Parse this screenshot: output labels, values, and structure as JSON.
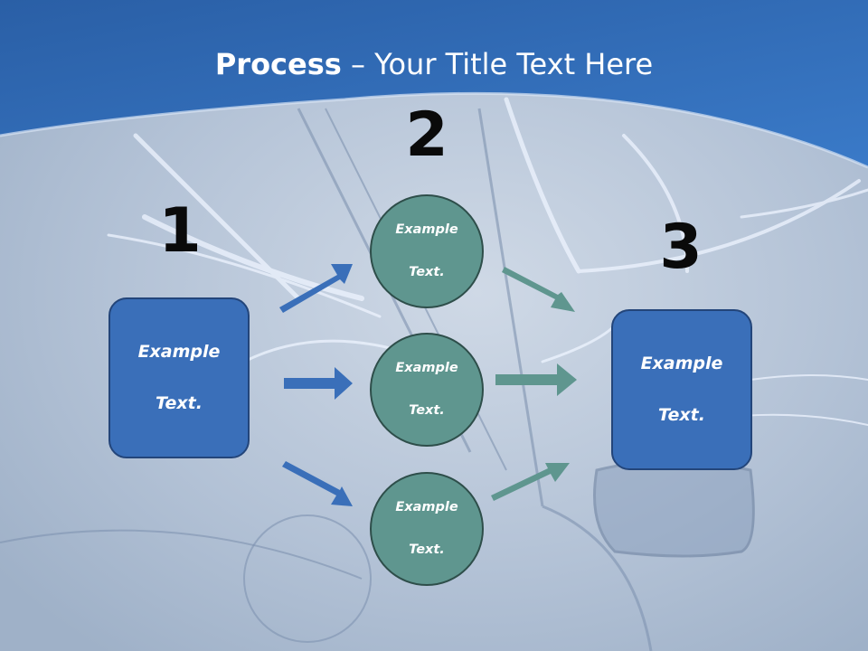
{
  "title": {
    "bold": "Process",
    "rest": " – Your Title Text Here"
  },
  "steps": {
    "one": "1",
    "two": "2",
    "three": "3"
  },
  "left_box": {
    "line1": "Example",
    "line2": "Text."
  },
  "right_box": {
    "line1": "Example",
    "line2": "Text."
  },
  "circles": [
    {
      "line1": "Example",
      "line2": "Text."
    },
    {
      "line1": "Example",
      "line2": "Text."
    },
    {
      "line1": "Example",
      "line2": "Text."
    }
  ],
  "colors": {
    "box": "#3a6fb9",
    "circle": "#5f968f",
    "blue_arrow": "#3a6fb9",
    "teal_arrow": "#5f968f",
    "header": "#2f67b0"
  }
}
